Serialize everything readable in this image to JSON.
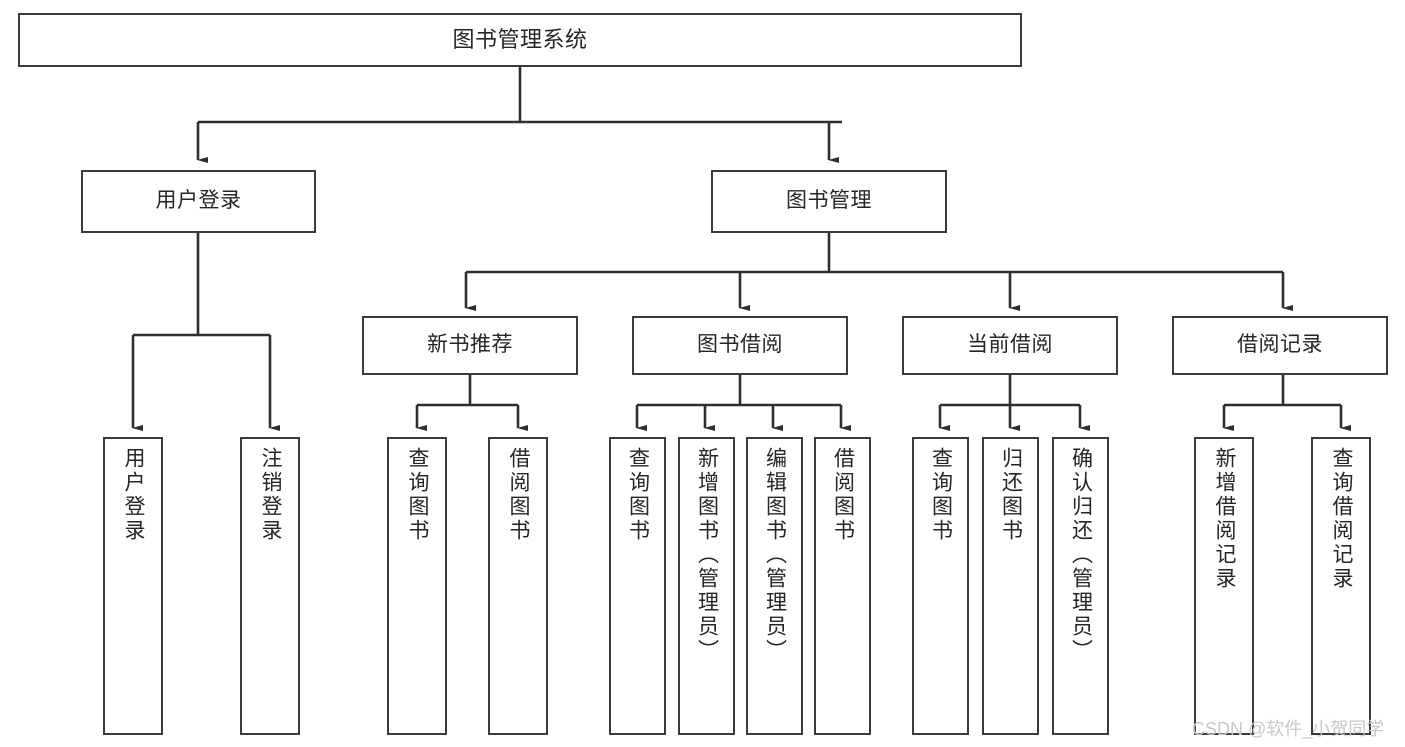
{
  "diagram": {
    "title": "图书管理系统",
    "watermark": "CSDN @软件_小贺同学",
    "colors": {
      "box_border": "#3b3b3b",
      "box_fill": "#ffffff",
      "edge": "#2f2f2f",
      "text": "#262626",
      "watermark": "#c9c9c9",
      "background": "#ffffff"
    },
    "nodes": {
      "root": {
        "label": "图书管理系统"
      },
      "level2": [
        {
          "label": "用户登录"
        },
        {
          "label": "图书管理"
        }
      ],
      "level3": [
        {
          "label": "新书推荐"
        },
        {
          "label": "图书借阅"
        },
        {
          "label": "当前借阅"
        },
        {
          "label": "借阅记录"
        }
      ],
      "leaves": {
        "user_login": [
          {
            "label": "用户登录"
          },
          {
            "label": "注销登录"
          }
        ],
        "new_book": [
          {
            "label": "查询图书"
          },
          {
            "label": "借阅图书"
          }
        ],
        "borrow_book": [
          {
            "label": "查询图书"
          },
          {
            "label": "新增图书（管理员）"
          },
          {
            "label": "编辑图书（管理员）"
          },
          {
            "label": "借阅图书"
          }
        ],
        "current_borrow": [
          {
            "label": "查询图书"
          },
          {
            "label": "归还图书"
          },
          {
            "label": "确认归还（管理员）"
          }
        ],
        "borrow_record": [
          {
            "label": "新增借阅记录"
          },
          {
            "label": "查询借阅记录"
          }
        ]
      }
    }
  }
}
